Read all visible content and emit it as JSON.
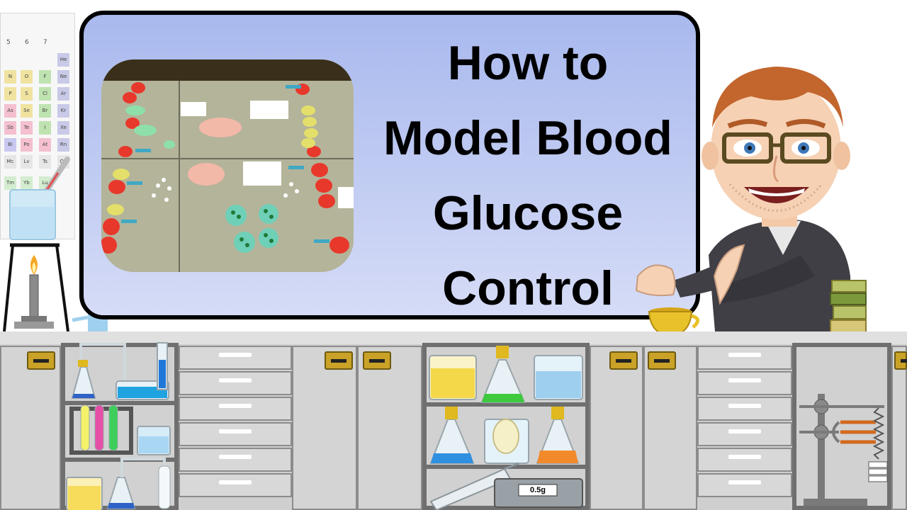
{
  "title": {
    "lines": [
      "How to",
      "Model Blood",
      "Glucose",
      "Control"
    ]
  },
  "periodic_table": {
    "group_numbers": [
      "5",
      "6",
      "7"
    ],
    "symbols": [
      "He",
      "N",
      "O",
      "F",
      "Ne",
      "P",
      "S",
      "Cl",
      "Ar",
      "As",
      "Se",
      "Br",
      "Kr",
      "Sb",
      "Te",
      "I",
      "Xe",
      "Bi",
      "Po",
      "At",
      "Rn",
      "Mc",
      "Lv",
      "Ts",
      "Og",
      "Tm",
      "Yb",
      "Lu"
    ]
  },
  "scale": {
    "reading": "0.5g"
  },
  "colors": {
    "panel_border": "#000000",
    "panel_fill": "#b8c5f0",
    "cabinet": "#d4d4d4",
    "handle": "#c9a227"
  }
}
